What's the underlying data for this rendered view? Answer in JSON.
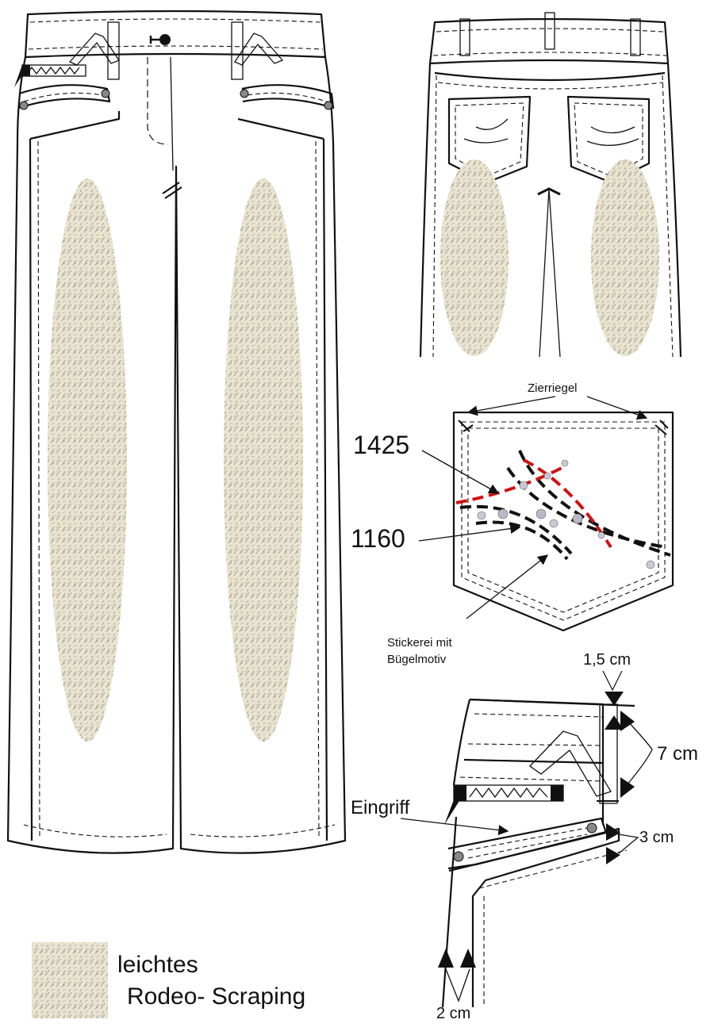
{
  "labels": {
    "zierriegel": "Zierriegel",
    "code_1425": "1425",
    "code_1160": "1160",
    "stickerei_line1": "Stickerei mit",
    "stickerei_line2": "Bügelmotiv",
    "dim_1_5": "1,5 cm",
    "dim_7": "7 cm",
    "dim_3": "3 cm",
    "dim_2": "2 cm",
    "eingriff": "Eingriff",
    "legend_line1": "leichtes",
    "legend_line2": "Rodeo- Scraping"
  },
  "colors": {
    "outline": "#111111",
    "stitch_red": "#d01212",
    "scrape_base": "#e9e3cf",
    "scrape_mark": "#6b6b5a"
  }
}
